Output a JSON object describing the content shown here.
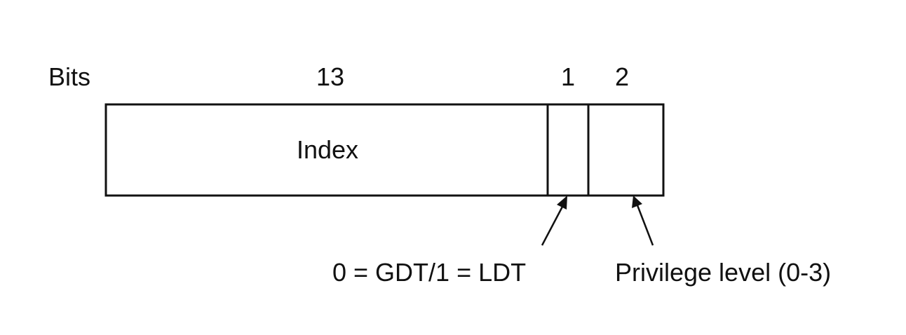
{
  "bits_label": "Bits",
  "fields": [
    {
      "name": "Index",
      "bits": "13"
    },
    {
      "name": "",
      "bits": "1"
    },
    {
      "name": "",
      "bits": "2"
    }
  ],
  "annotations": {
    "table_indicator": "0 = GDT/1 = LDT",
    "privilege_level": "Privilege level (0-3)"
  }
}
